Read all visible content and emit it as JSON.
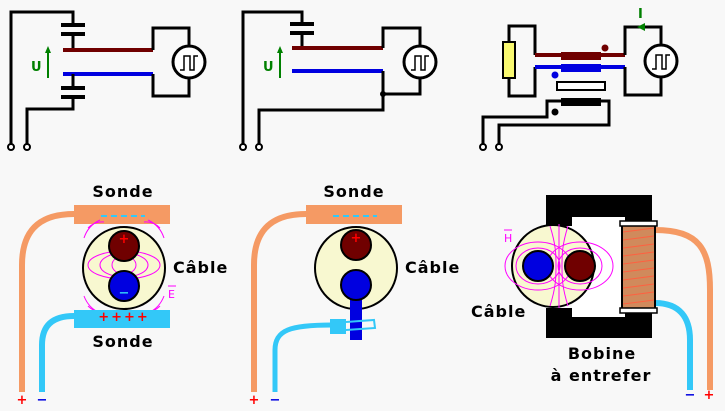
{
  "colors": {
    "background": "#f8f8f8",
    "positive_conductor": "#700000",
    "negative_conductor": "#0000e0",
    "probe_orange": "#f59a64",
    "probe_blue": "#33c8f8",
    "field_lines": "#ff00ff",
    "voltage_arrow": "#008000",
    "cable_fill": "#f8f8d0",
    "resistor": "#f8f870"
  },
  "top": {
    "panel1": {
      "voltage_label": "U",
      "generator_icon": "square-wave-generator-icon"
    },
    "panel2": {
      "voltage_label": "U",
      "generator_icon": "square-wave-generator-icon"
    },
    "panel3": {
      "current_label": "I",
      "generator_icon": "square-wave-generator-icon"
    }
  },
  "bottom": {
    "panel1": {
      "probe_top": "Sonde",
      "probe_bottom": "Sonde",
      "cable": "Câble",
      "field": "E",
      "plus": "+",
      "minus": "−",
      "charges_plus": "++++",
      "charge_plus": "+",
      "charge_minus": "−"
    },
    "panel2": {
      "probe_top": "Sonde",
      "cable": "Câble",
      "plus": "+",
      "minus": "−",
      "charge_plus": "+"
    },
    "panel3": {
      "cable": "Câble",
      "coil_line1": "Bobine",
      "coil_line2": "à entrefer",
      "field": "H",
      "plus": "+",
      "minus": "−"
    }
  }
}
